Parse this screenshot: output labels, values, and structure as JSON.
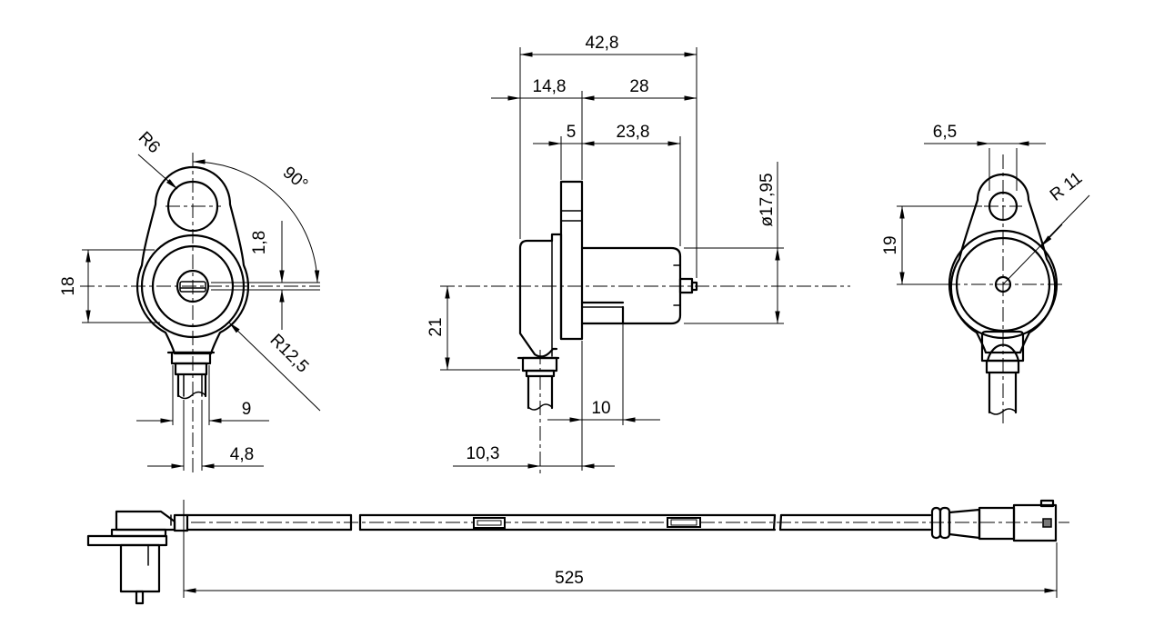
{
  "labels": {
    "front_view": {
      "top_hole_radius": "R6",
      "angle": "90°",
      "body_height": "18",
      "slot_width": "1,8",
      "body_radius": "R12,5",
      "stem_width": "9",
      "tip_width": "4,8"
    },
    "side_view": {
      "overall_width": "42,8",
      "head_depth": "14,8",
      "barrel_length": "28",
      "flange_thickness": "5",
      "barrel_body_length": "23,8",
      "barrel_diameter": "ø17,95",
      "stem_drop": "21",
      "sleeve_offset": "10",
      "stem_offset": "10,3"
    },
    "rear_view": {
      "hole_diameter": "6,5",
      "hole_to_center": "19",
      "body_radius": "R 11"
    },
    "cable_view": {
      "cable_length": "525"
    }
  },
  "colors": {
    "background": "#ffffff",
    "line": "#000000",
    "connector_contact_fill": "#787878"
  }
}
